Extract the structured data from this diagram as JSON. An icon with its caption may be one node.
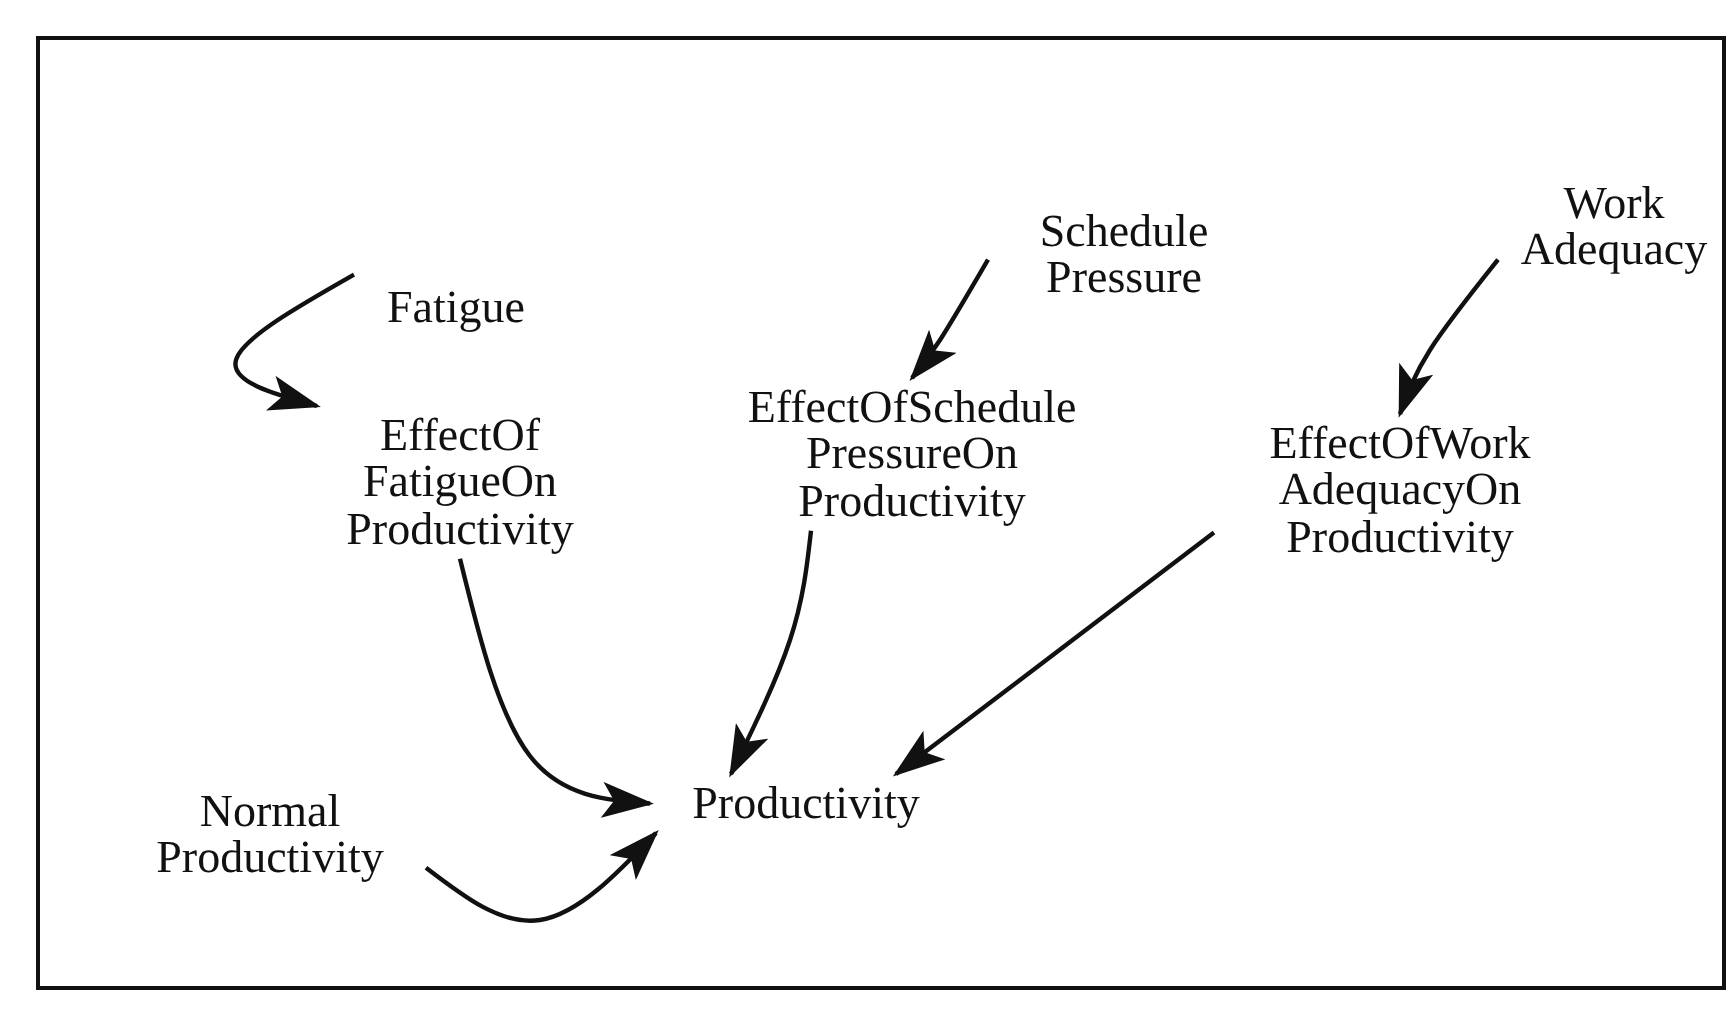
{
  "diagram": {
    "nodes": [
      {
        "text": [
          "Fatigue"
        ]
      },
      {
        "text": [
          "Schedule Pressure"
        ]
      },
      {
        "text": [
          "Work Adequacy"
        ]
      },
      {
        "text": [
          "EffectOf FatigueOn Productivity"
        ]
      },
      {
        "text": [
          "EffectOfSchedule PressureOn Productivity"
        ]
      },
      {
        "text": [
          "EffectOfWork AdequacyOn Productivity"
        ]
      },
      {
        "text": [
          "Productivity"
        ]
      },
      {
        "text": [
          "Normal Productivity"
        ]
      }
    ],
    "edges": [
      {
        "from": 0,
        "to": 3,
        "arrow": "to"
      },
      {
        "from": 1,
        "to": 4,
        "arrow": "to"
      },
      {
        "from": 2,
        "to": 5,
        "arrow": "to"
      },
      {
        "from": 3,
        "to": 6,
        "arrow": "to"
      },
      {
        "from": 4,
        "to": 6,
        "arrow": "to"
      },
      {
        "from": 5,
        "to": 6,
        "arrow": "to"
      },
      {
        "from": 7,
        "to": 6,
        "arrow": "to"
      }
    ]
  }
}
